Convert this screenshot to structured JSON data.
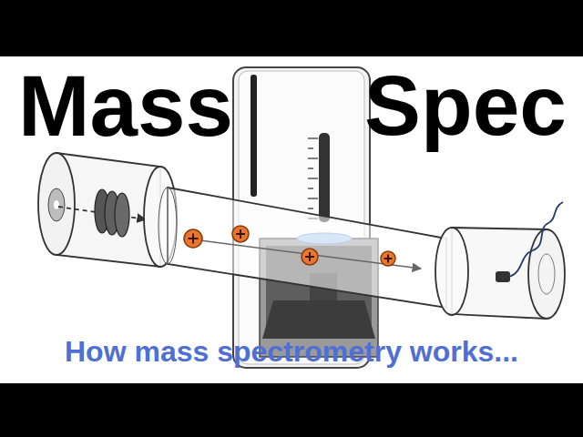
{
  "diagram": {
    "caption": "How mass spectrometry works...",
    "labels": [
      "Mass",
      "Spec"
    ]
  }
}
